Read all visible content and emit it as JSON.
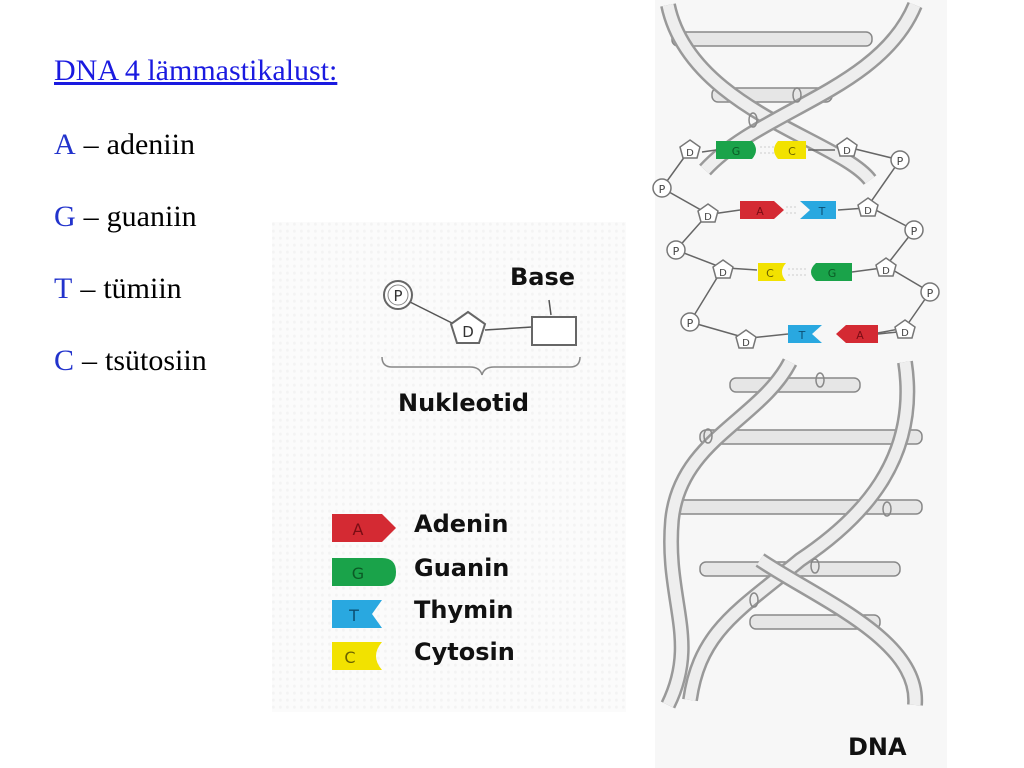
{
  "slide": {
    "title": "DNA 4 lämmastikalust:",
    "bases": [
      {
        "letter": "A",
        "dash": "–",
        "name": "adeniin"
      },
      {
        "letter": "G",
        "dash": "–",
        "name": "guaniin"
      },
      {
        "letter": "T",
        "dash": "–",
        "name": "tümiin"
      },
      {
        "letter": "C",
        "dash": "–",
        "name": "tsütosiin"
      }
    ]
  },
  "nucleotide": {
    "phosphate": "P",
    "sugar": "D",
    "base_label": "Base",
    "caption": "Nukleotid"
  },
  "legend": [
    {
      "letter": "A",
      "name": "Adenin",
      "color": "#d42a33"
    },
    {
      "letter": "G",
      "name": "Guanin",
      "color": "#1aa34a"
    },
    {
      "letter": "T",
      "name": "Thymin",
      "color": "#29a8e0"
    },
    {
      "letter": "C",
      "name": "Cytosin",
      "color": "#f2e200"
    }
  ],
  "helix": {
    "label": "DNA",
    "pairs": [
      {
        "left": "G",
        "right": "C"
      },
      {
        "left": "A",
        "right": "T"
      },
      {
        "left": "C",
        "right": "G"
      },
      {
        "left": "T",
        "right": "A"
      }
    ],
    "phosphate": "P",
    "sugar": "D"
  }
}
